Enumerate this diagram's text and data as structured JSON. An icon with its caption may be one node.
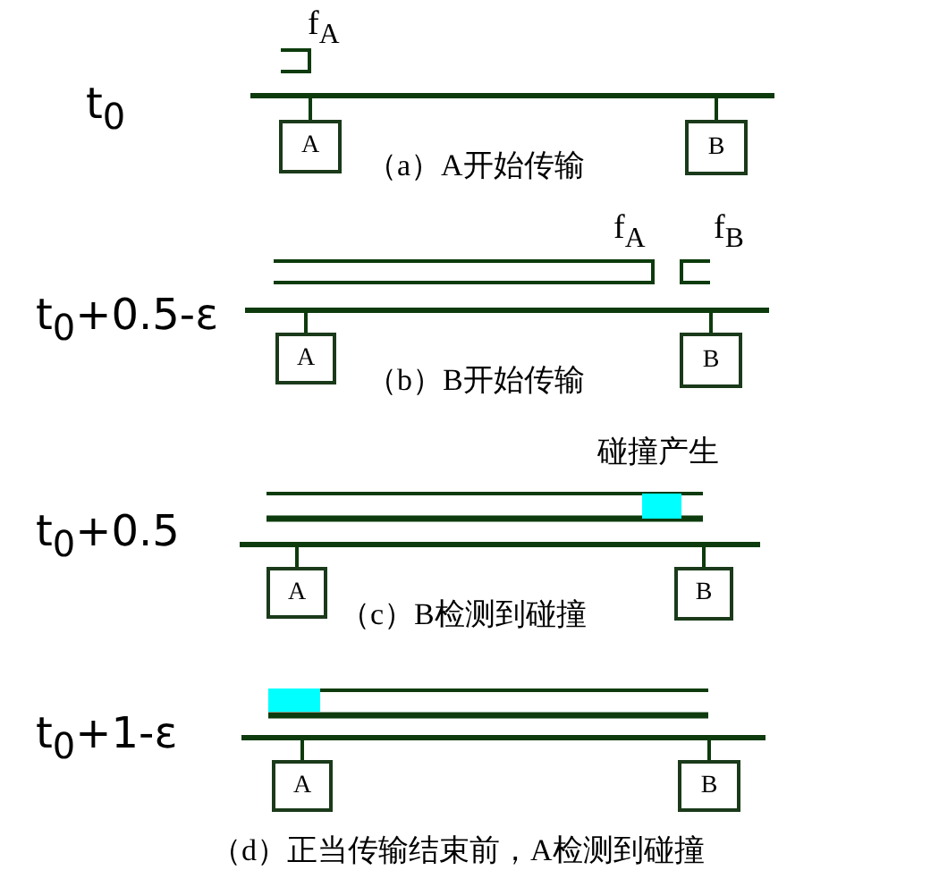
{
  "diagram": {
    "nodes": [
      {
        "text": [],
        "shape": "bar"
      },
      {
        "text": [
          "A"
        ]
      },
      {
        "text": [
          "B"
        ]
      },
      {
        "text": [],
        "shape": "bar"
      },
      {
        "text": [
          "A"
        ]
      },
      {
        "text": [
          "B"
        ]
      },
      {
        "text": [],
        "shape": "bar"
      },
      {
        "text": [
          "A"
        ]
      },
      {
        "text": [
          "B"
        ]
      },
      {
        "text": [],
        "shape": "bar"
      },
      {
        "text": [
          "A"
        ]
      },
      {
        "text": [
          "B"
        ]
      }
    ],
    "edges": [
      {
        "from": 1,
        "to": 0,
        "arrow": "none"
      },
      {
        "from": 2,
        "to": 0,
        "arrow": "none"
      },
      {
        "from": 4,
        "to": 3,
        "arrow": "none"
      },
      {
        "from": 5,
        "to": 3,
        "arrow": "none"
      },
      {
        "from": 7,
        "to": 6,
        "arrow": "none"
      },
      {
        "from": 8,
        "to": 6,
        "arrow": "none"
      },
      {
        "from": 10,
        "to": 9,
        "arrow": "none"
      },
      {
        "from": 11,
        "to": 9,
        "arrow": "none"
      }
    ],
    "labels": [
      "f$_{A}$",
      "t$_{0}$",
      "（a）A开始传输",
      "f$_{A}$",
      "f$_{B}$",
      "t$_{0}$+0.5-ε",
      "（b）B开始传输",
      "碰撞产生",
      "t$_{0}$+0.5",
      "（c）B检测到碰撞",
      "t$_{0}$+1-ε",
      "（d）正当传输结束前，A检测到碰撞"
    ]
  }
}
